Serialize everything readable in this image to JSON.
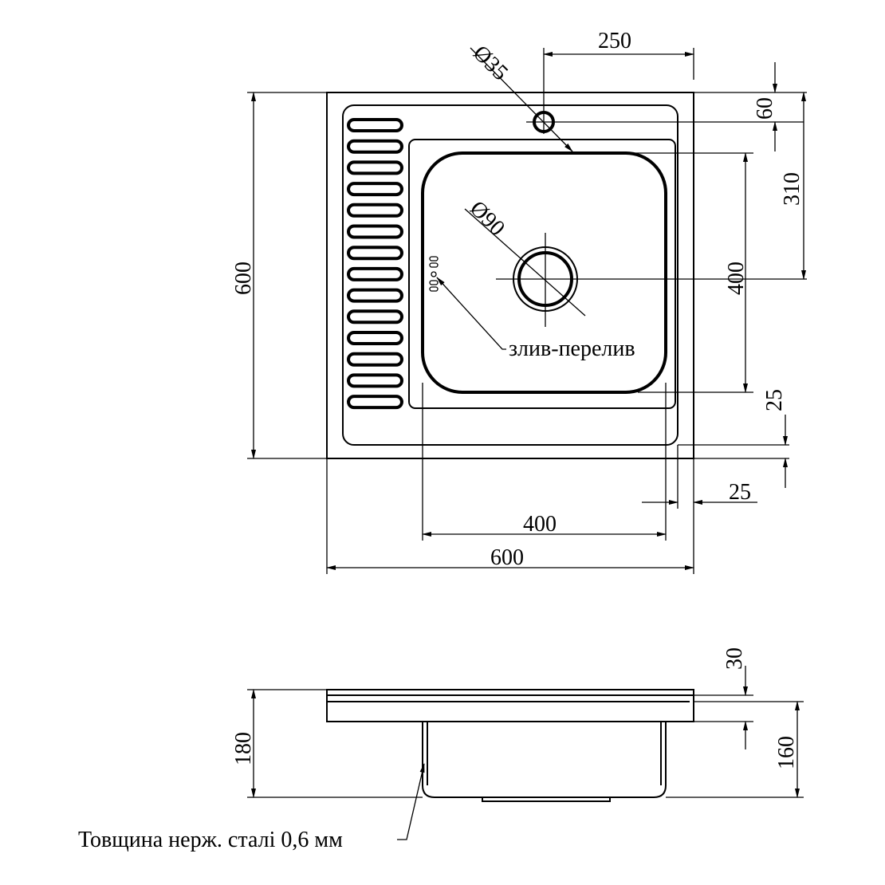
{
  "top_view": {
    "tap_hole_diameter": "Ø35",
    "drain_diameter": "Ø90",
    "overflow_label": "злив-перелив",
    "dims": {
      "tap_offset_x": "250",
      "tap_offset_y": "60",
      "drain_offset_y": "310",
      "bowl_depth": "400",
      "rim_right_y": "25",
      "overall_depth": "600",
      "bowl_width": "400",
      "overall_width": "600",
      "rim_right_x": "25"
    }
  },
  "side_view": {
    "dims": {
      "rim_height": "30",
      "bowl_height": "160",
      "overall_height": "180"
    },
    "thickness_note": "Товщина нерж. сталі 0,6 мм"
  },
  "colors": {
    "line": "#000000",
    "background": "#ffffff"
  }
}
